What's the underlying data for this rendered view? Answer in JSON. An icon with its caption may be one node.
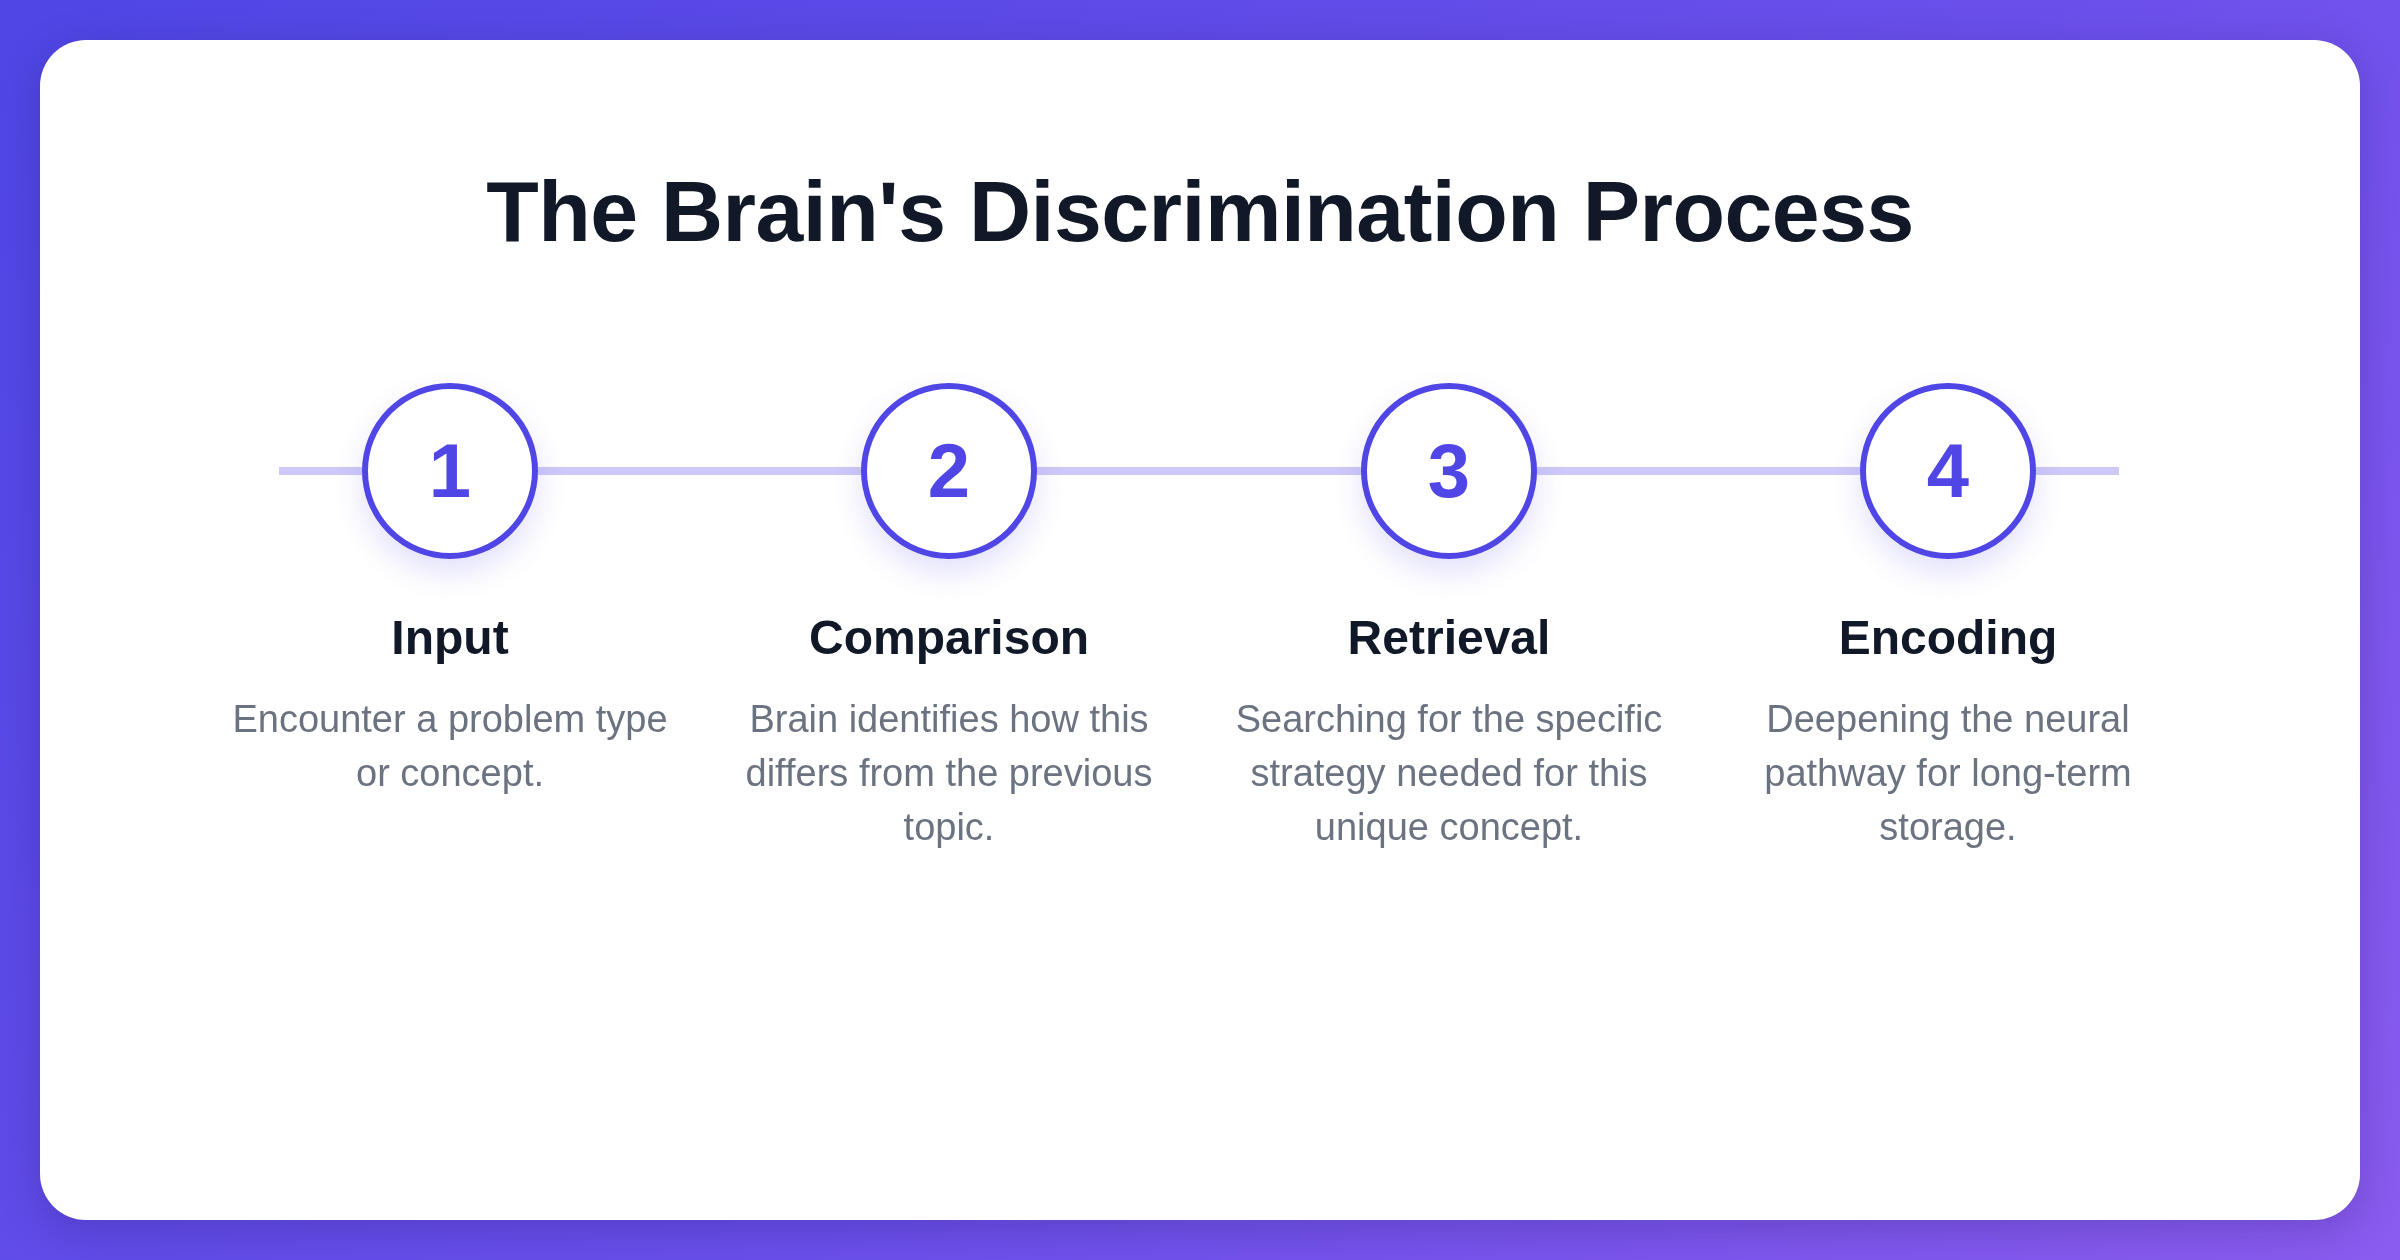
{
  "diagram": {
    "title": "The Brain's Discrimination Process",
    "nodes": [
      {
        "text": [
          "1"
        ],
        "beside": [
          "Input",
          "Encounter a problem type or concept."
        ]
      },
      {
        "text": [
          "2"
        ],
        "beside": [
          "Comparison",
          "Brain identifies how this differs from the previous topic."
        ]
      },
      {
        "text": [
          "3"
        ],
        "beside": [
          "Retrieval",
          "Searching for the specific strategy needed for this unique concept."
        ]
      },
      {
        "text": [
          "4"
        ],
        "beside": [
          "Encoding",
          "Deepening the neural pathway for long-term storage."
        ]
      }
    ],
    "edges": [
      {
        "from": null,
        "to": 0,
        "arrow": "none"
      },
      {
        "from": 0,
        "to": 1,
        "arrow": "none"
      },
      {
        "from": 1,
        "to": 2,
        "arrow": "none"
      },
      {
        "from": 2,
        "to": 3,
        "arrow": "none"
      },
      {
        "from": 3,
        "to": null,
        "arrow": "none"
      }
    ]
  }
}
